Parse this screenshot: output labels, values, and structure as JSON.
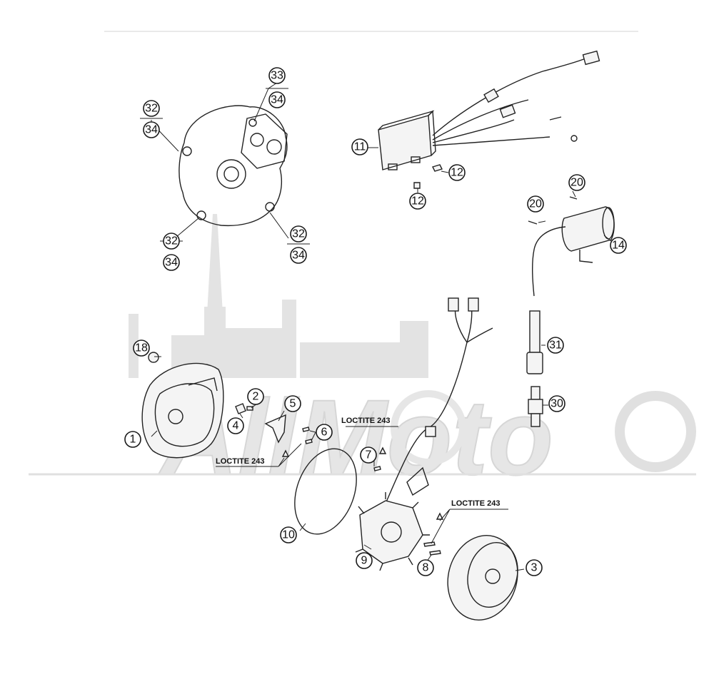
{
  "diagram": {
    "callouts": {
      "c1": "1",
      "c2": "2",
      "c3": "3",
      "c4": "4",
      "c5": "5",
      "c6": "6",
      "c7": "7",
      "c8": "8",
      "c9": "9",
      "c10": "10",
      "c11": "11",
      "c12a": "12",
      "c12b": "12",
      "c14": "14",
      "c18": "18",
      "c20a": "20",
      "c20b": "20",
      "c30": "30",
      "c31": "31",
      "c32a": "32",
      "c34a": "34",
      "c33": "33",
      "c34b": "34",
      "c32b": "32",
      "c34c": "34",
      "c32c": "32",
      "c34d": "34"
    },
    "notes": {
      "loctite_a": "LOCTITE 243",
      "loctite_b": "LOCTITE 243",
      "loctite_c": "LOCTITE 243"
    },
    "watermark": "AllMoto"
  }
}
